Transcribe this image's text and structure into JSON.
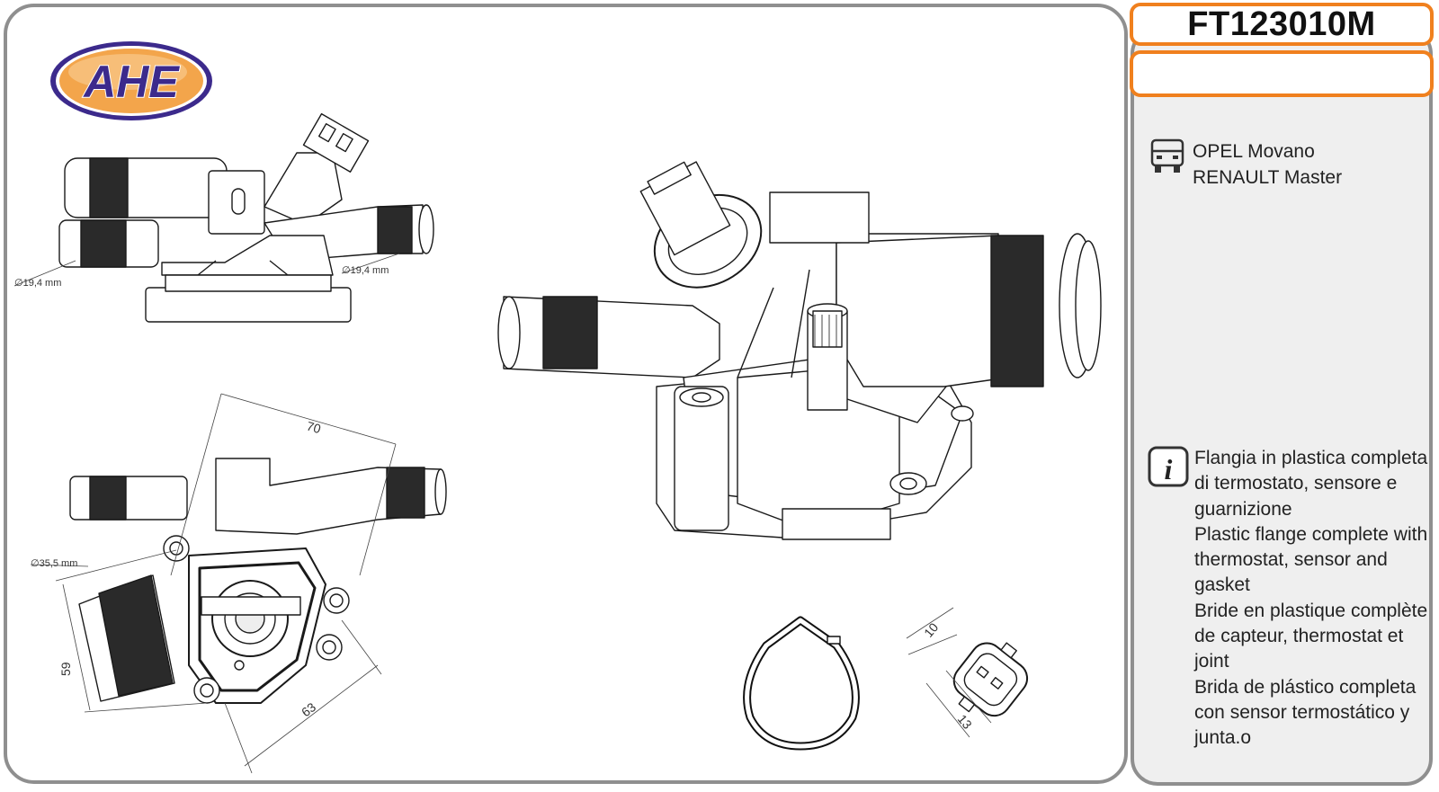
{
  "part_code": "FT123010M",
  "logo_text": "AHE",
  "vehicles": [
    "OPEL  Movano",
    "RENAULT Master"
  ],
  "description_lines": [
    "Flangia in plastica completa",
    "di termostato, sensore e",
    "guarnizione",
    "Plastic flange complete with",
    "thermostat, sensor and",
    "gasket",
    "Bride en plastique complète",
    "de capteur, thermostat et",
    "joint",
    "Brida de plástico completa",
    "con sensor termostático y",
    "junta.o"
  ],
  "dimensions": {
    "pipe_left_diameter": "∅19,4 mm",
    "pipe_right_diameter": "∅19,4 mm",
    "outlet_diameter": "∅35,5 mm",
    "width_70": "70",
    "height_59": "59",
    "width_63": "63",
    "connector_10": "10",
    "connector_13": "13"
  },
  "icons": {
    "vehicle": "truck-icon",
    "info": "info-icon"
  },
  "colors": {
    "accent_orange": "#f0801e",
    "logo_purple": "#3c2a8c",
    "logo_orange": "#f3a54b",
    "frame_gray": "#8f8f8f",
    "side_panel_bg": "#efefef"
  }
}
